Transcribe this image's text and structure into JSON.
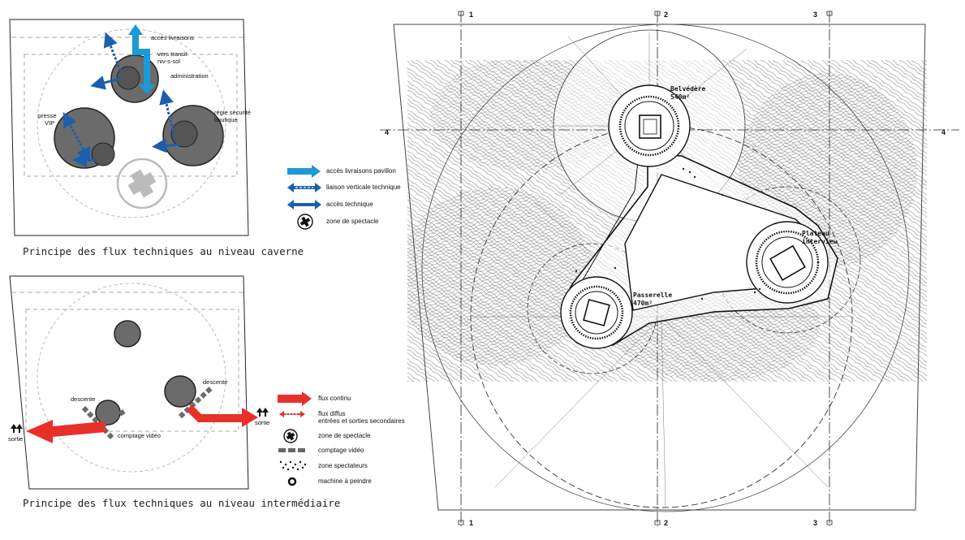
{
  "diagram1": {
    "caption": "Principe des flux techniques au niveau caverne",
    "labels": {
      "acces_livraisons": "accès livraisons",
      "vers_transit": "vers transit",
      "niv_s_sol": "niv-s-sol",
      "administration": "administration",
      "presse": "presse",
      "vip": "VIP",
      "regie_securite": "régie sécurité",
      "boutique": "boutique"
    }
  },
  "legend1": [
    {
      "icon": "light-blue-arrow-icon",
      "label": "accès livraisons pavillon"
    },
    {
      "icon": "dotted-blue-double-arrow-icon",
      "label": "liaison verticale technique"
    },
    {
      "icon": "blue-double-arrow-icon",
      "label": "accès technique"
    },
    {
      "icon": "cross-circle-icon",
      "label": "zone de spectacle"
    }
  ],
  "diagram2": {
    "caption": "Principe des flux techniques au niveau intermédiaire",
    "labels": {
      "descente_1": "descente",
      "descente_2": "descente",
      "comptage_video": "comptage vidéo",
      "sortie_left": "sortie",
      "sortie_right": "sortie"
    }
  },
  "legend2": [
    {
      "icon": "red-arrow-icon",
      "label": "flux continu"
    },
    {
      "icon": "dotted-red-arrow-icon",
      "label": "flux diffus",
      "label2": "entrées et sorties secondaires"
    },
    {
      "icon": "cross-circle-icon",
      "label": "zone de spectacle"
    },
    {
      "icon": "grey-dashes-icon",
      "label": "comptage vidéo"
    },
    {
      "icon": "dots-pattern-icon",
      "label": "zone spectateurs"
    },
    {
      "icon": "ring-icon",
      "label": "machine à peindre"
    }
  ],
  "plan": {
    "axes": {
      "a1": "1",
      "a2": "2",
      "a3": "3",
      "a4": "4"
    },
    "belvedere": {
      "name": "Belvédère",
      "area": "540m²"
    },
    "plateau": {
      "line1": "Plateau",
      "line2": "interview"
    },
    "passerelle": {
      "name": "Passerelle",
      "area": "470m²"
    }
  },
  "colors": {
    "light_blue": "#1a9ad6",
    "dark_blue": "#1b5fae",
    "red": "#e8302a",
    "circle_grey": "#6b6b6b",
    "light_grey": "#bbbbbb"
  }
}
